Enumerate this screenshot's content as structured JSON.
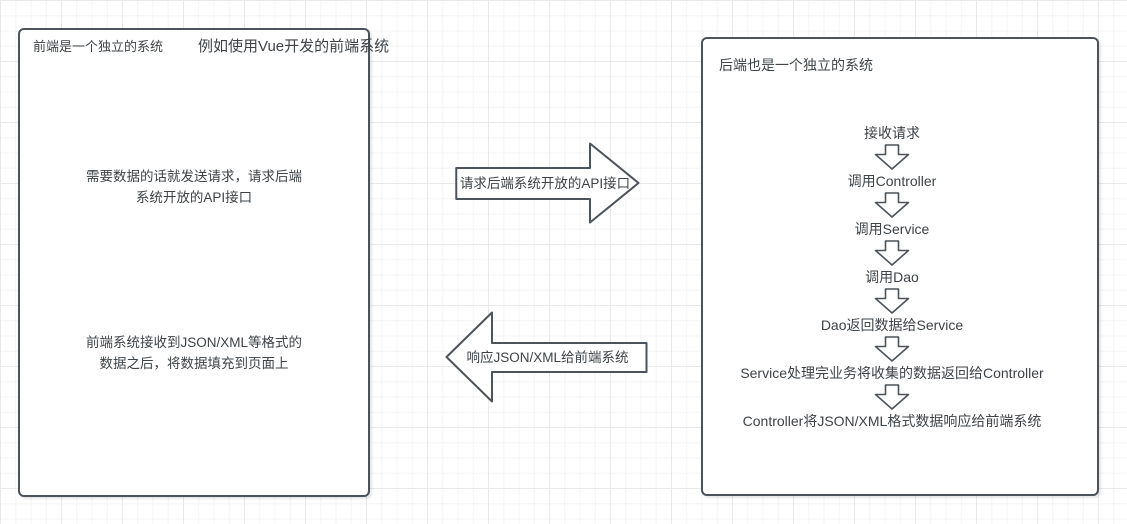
{
  "diagram": {
    "frontend_box": {
      "title": "前端是一个独立的系统",
      "example_note": "例如使用Vue开发的前端系统",
      "request_note": [
        "需要数据的话就发送请求，请求后端",
        "系统开放的API接口"
      ],
      "render_note": [
        "前端系统接收到JSON/XML等格式的",
        "数据之后，将数据填充到页面上"
      ]
    },
    "request_arrow": {
      "label": "请求后端系统开放的API接口",
      "direction": "right"
    },
    "response_arrow": {
      "label": "响应JSON/XML给前端系统",
      "direction": "left"
    },
    "backend_box": {
      "title": "后端也是一个独立的系统",
      "steps": [
        "接收请求",
        "调用Controller",
        "调用Service",
        "调用Dao",
        "Dao返回数据给Service",
        "Service处理完业务将收集的数据返回给Controller",
        "Controller将JSON/XML格式数据响应给前端系统"
      ]
    },
    "colors": {
      "shape_stroke": "#4d535a",
      "shape_fill": "#ffffff",
      "text": "#3e4347",
      "grid_minor": "#f4f4f4",
      "grid_major": "#e9e9e9",
      "canvas_background": "#ffffff"
    }
  }
}
